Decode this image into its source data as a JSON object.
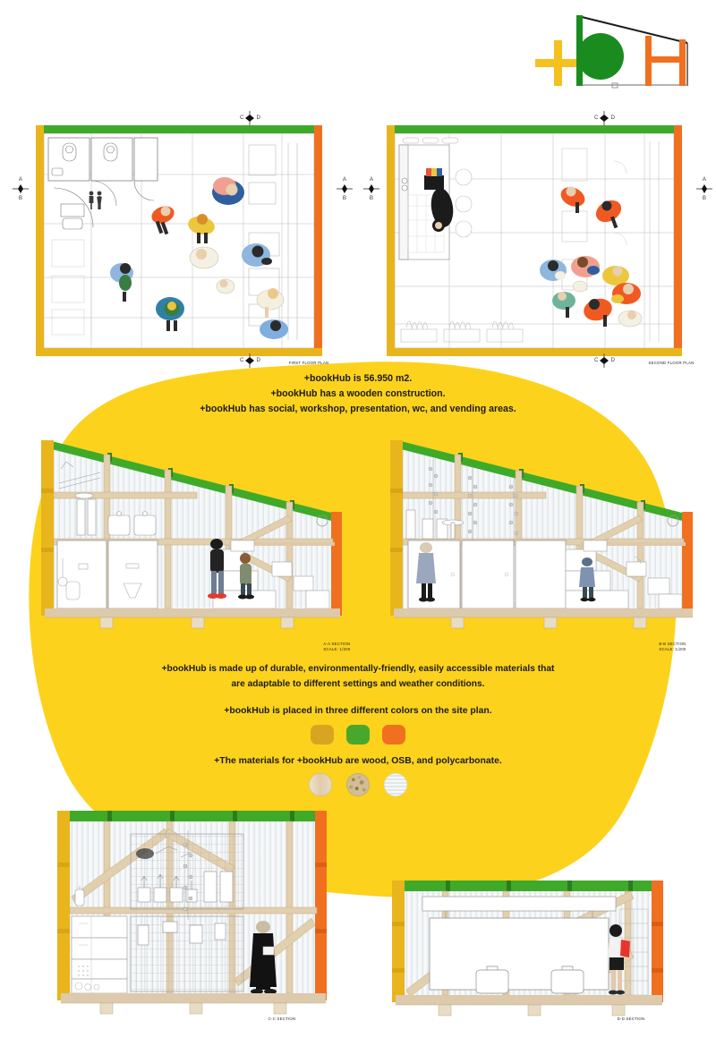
{
  "board": {
    "title": "+bookHub architectural presentation board",
    "background_color": "#ffffff",
    "blob_color": "#fcd21c"
  },
  "logo": {
    "name": "+bookHub logo",
    "plus_color": "#f4c11f",
    "b_color": "#1a8c1f",
    "h_color": "#f07020",
    "outline_color": "#1a1a1a",
    "ground_color": "#9a9a9a"
  },
  "palette": {
    "yellow_wall": "#e8b51c",
    "green_roof": "#3faa29",
    "orange_wall": "#f07020",
    "wood": "#e8d5b5",
    "wood_dark": "#cdb48c",
    "poly": "#eef1f3",
    "line": "#8c8c8c",
    "line_dark": "#4a4a4a",
    "floor": "#ddc9ab"
  },
  "drawings": [
    {
      "id": "first-floor-plan",
      "caption": "FIRST FLOOR PLAN",
      "kind": "plan",
      "markers_left": [
        "A",
        "B"
      ],
      "markers_right": [
        "A",
        "B"
      ],
      "markers_top": [
        "C",
        "D"
      ],
      "markers_bottom": [
        "C",
        "D"
      ]
    },
    {
      "id": "second-floor-plan",
      "caption": "SECOND FLOOR PLAN",
      "kind": "plan",
      "markers_left": [
        "A",
        "B"
      ],
      "markers_right": [
        "A",
        "B"
      ],
      "markers_top": [
        "C",
        "D"
      ],
      "markers_bottom": [
        "C",
        "D"
      ]
    },
    {
      "id": "aa-section",
      "caption_line1": "A-A SECTION",
      "caption_line2": "SCALE: 1/200",
      "kind": "section"
    },
    {
      "id": "bb-section",
      "caption_line1": "B-B SECTION",
      "caption_line2": "SCALE: 1/200",
      "kind": "section"
    },
    {
      "id": "cc-section",
      "caption": "C-C SECTION",
      "kind": "section"
    },
    {
      "id": "dd-section",
      "caption": "D-D SECTION",
      "kind": "section"
    }
  ],
  "text_block_1": {
    "lines": [
      "+bookHub is 56.950 m2.",
      "+bookHub has a wooden construction.",
      "+bookHub has social, workshop, presentation, wc, and vending areas."
    ]
  },
  "text_block_2": {
    "lines": [
      "+bookHub is made up of durable, environmentally-friendly, easily accessible materials that",
      "are adaptable to different settings and weather conditions."
    ]
  },
  "text_block_3": {
    "lines": [
      "+bookHub is placed in three different colors on the site plan."
    ]
  },
  "text_block_4": {
    "lines": [
      "+The materials for +bookHub are wood, OSB, and polycarbonate."
    ]
  },
  "color_swatches": [
    {
      "name": "gold",
      "hex": "#d9a521"
    },
    {
      "name": "green",
      "hex": "#49a82b"
    },
    {
      "name": "orange",
      "hex": "#f07020"
    }
  ],
  "material_swatches": [
    {
      "name": "wood",
      "hex": "#e4d2b8"
    },
    {
      "name": "osb",
      "hex": "#c9b188"
    },
    {
      "name": "polycarbonate",
      "hex": "#eceef0"
    }
  ]
}
